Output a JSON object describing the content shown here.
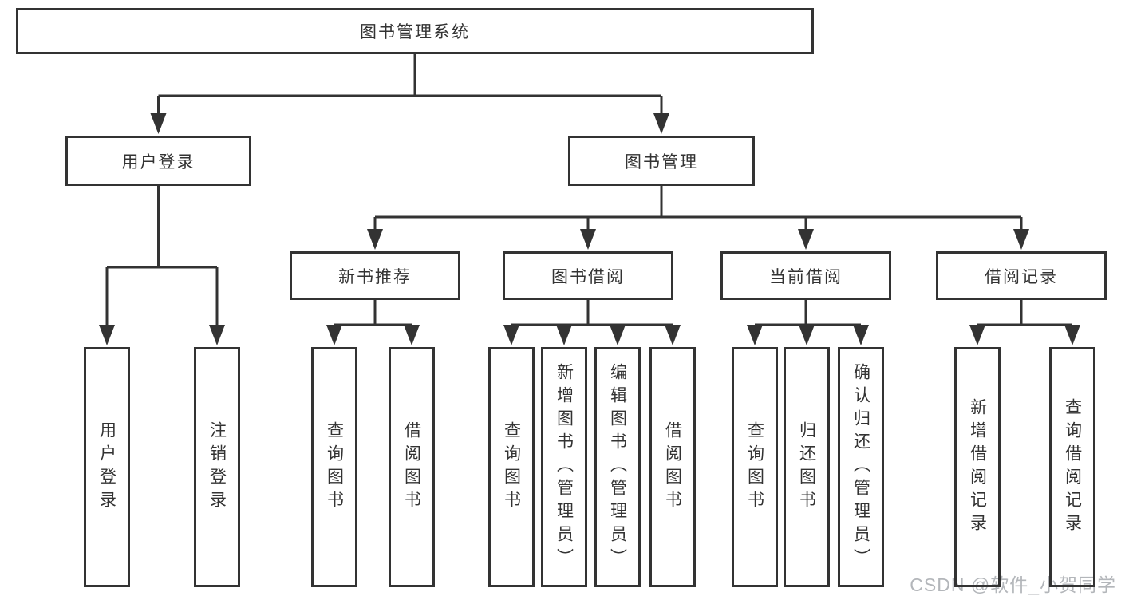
{
  "diagram": {
    "root": {
      "label": "图书管理系统"
    },
    "branches": [
      {
        "label": "用户登录",
        "children": [
          {
            "label": "用户登录"
          },
          {
            "label": "注销登录"
          }
        ]
      },
      {
        "label": "图书管理",
        "children": [
          {
            "label": "新书推荐",
            "children": [
              {
                "label": "查询图书"
              },
              {
                "label": "借阅图书"
              }
            ]
          },
          {
            "label": "图书借阅",
            "children": [
              {
                "label": "查询图书"
              },
              {
                "label": "新增图书（管理员）"
              },
              {
                "label": "编辑图书（管理员）"
              },
              {
                "label": "借阅图书"
              }
            ]
          },
          {
            "label": "当前借阅",
            "children": [
              {
                "label": "查询图书"
              },
              {
                "label": "归还图书"
              },
              {
                "label": "确认归还（管理员）"
              }
            ]
          },
          {
            "label": "借阅记录",
            "children": [
              {
                "label": "新增借阅记录"
              },
              {
                "label": "查询借阅记录"
              }
            ]
          }
        ]
      }
    ],
    "watermark": "CSDN @软件_小贺同学",
    "colors": {
      "line": "#333333",
      "text": "#333333",
      "watermark": "#b3b6ba",
      "background": "#ffffff"
    }
  }
}
